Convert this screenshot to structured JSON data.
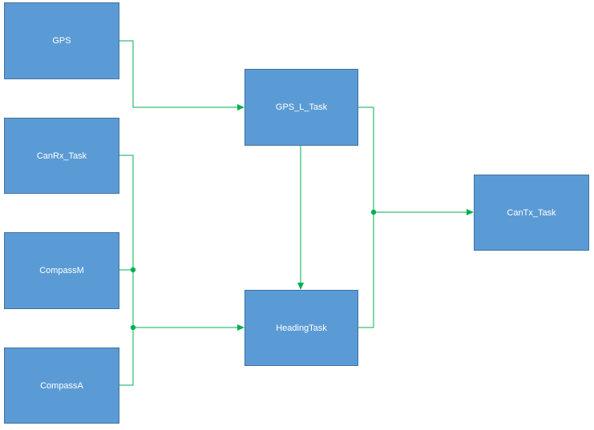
{
  "colors": {
    "box_fill": "#5b9bd5",
    "box_border": "#41719c",
    "box_text": "#ffffff",
    "connector": "#00b050",
    "background": "#ffffff"
  },
  "nodes": {
    "gps": {
      "label": "GPS"
    },
    "canrx_task": {
      "label": "CanRx_Task"
    },
    "compassm": {
      "label": "CompassM"
    },
    "compassa": {
      "label": "CompassA"
    },
    "gps_l_task": {
      "label": "GPS_L_Task"
    },
    "headingtask": {
      "label": "HeadingTask"
    },
    "cantx_task": {
      "label": "CanTx_Task"
    }
  },
  "edges": [
    {
      "from": "gps",
      "to": "gps_l_task"
    },
    {
      "from": "gps_l_task",
      "to": "headingtask"
    },
    {
      "from": "canrx_task",
      "to": "headingtask"
    },
    {
      "from": "compassm",
      "to": "headingtask"
    },
    {
      "from": "compassa",
      "to": "headingtask"
    },
    {
      "from": "gps_l_task",
      "to": "cantx_task"
    },
    {
      "from": "headingtask",
      "to": "cantx_task"
    }
  ]
}
